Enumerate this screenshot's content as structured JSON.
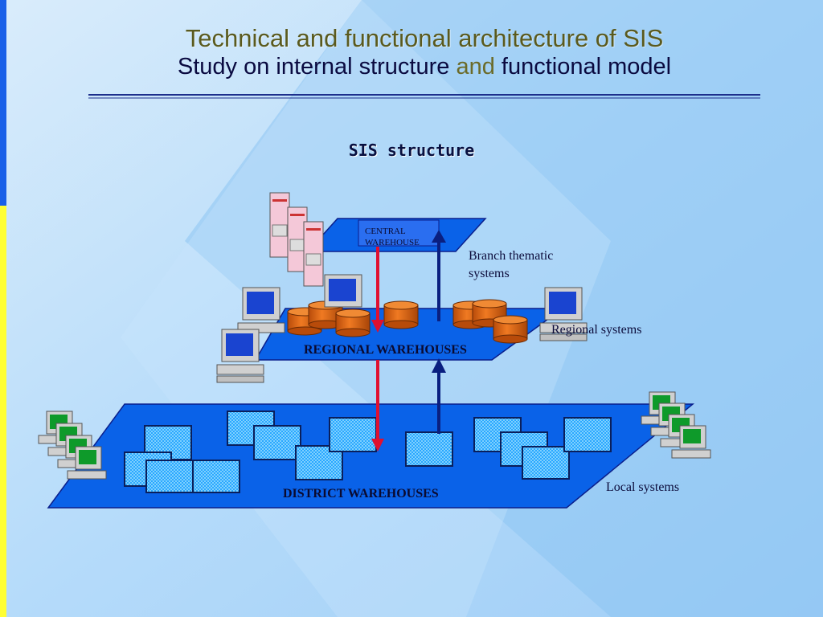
{
  "slide": {
    "title_line1": "Technical and functional architecture of SIS",
    "title_line2_part1": "Study on internal structure ",
    "title_line2_accent": "and",
    "title_line2_part2": " functional model"
  },
  "diagram": {
    "section_title": "SIS structure",
    "central_label_line1": "CENTRAL",
    "central_label_line2": "WAREHOUSE",
    "regional_label": "REGIONAL WAREHOUSES",
    "district_label": "DISTRICT WAREHOUSES",
    "branch_label_line1": "Branch thematic",
    "branch_label_line2": "systems",
    "regional_systems_label": "Regional systems",
    "local_systems_label": "Local systems"
  },
  "colors": {
    "platform_blue": "#0a62e8",
    "platform_border": "#0a1f8c",
    "cylinder_orange": "#e06a16",
    "arrow_red": "#e01030",
    "arrow_navy": "#0a1f80",
    "screen_blue": "#1a44d0",
    "screen_green": "#0e9a2a",
    "left_bar_blue": "#1960e8",
    "left_bar_yellow": "#ffff33"
  }
}
